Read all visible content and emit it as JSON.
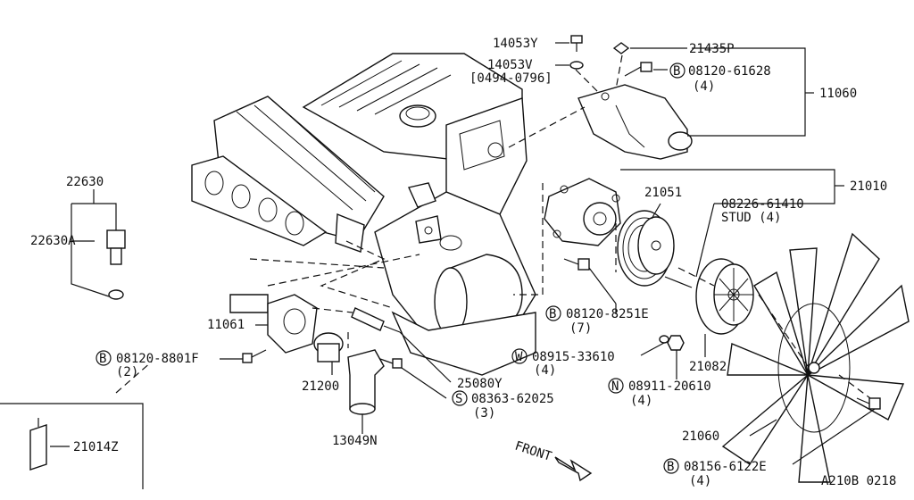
{
  "labels": {
    "p14053Y": "14053Y",
    "p14053V": "14053V",
    "p0494": "[0494-0796]",
    "p21435P": "21435P",
    "b08120_61628": "08120-61628",
    "q4a": "(4)",
    "p11060": "11060",
    "p21010": "21010",
    "p21051": "21051",
    "p08226": "08226-61410",
    "stud4": "STUD (4)",
    "p22630": "22630",
    "p22630A": "22630A",
    "p11061": "11061",
    "b08120_8801F": "08120-8801F",
    "q2": "(2)",
    "b08120_8251E": "08120-8251E",
    "q7": "(7)",
    "w08915": "08915-33610",
    "q4b": "(4)",
    "p21082": "21082",
    "p21200": "21200",
    "p25080Y": "25080Y",
    "s08363": "08363-62025",
    "q3": "(3)",
    "n08911": "08911-20610",
    "q4c": "(4)",
    "p13049N": "13049N",
    "p21014Z": "21014Z",
    "front": "FRONT",
    "p21060": "21060",
    "b08156": "08156-6122E",
    "q4d": "(4)",
    "diagram_code": "A210B 0218"
  },
  "markers": {
    "bolt": "B",
    "washer": "W",
    "screw": "S",
    "nut": "N"
  }
}
